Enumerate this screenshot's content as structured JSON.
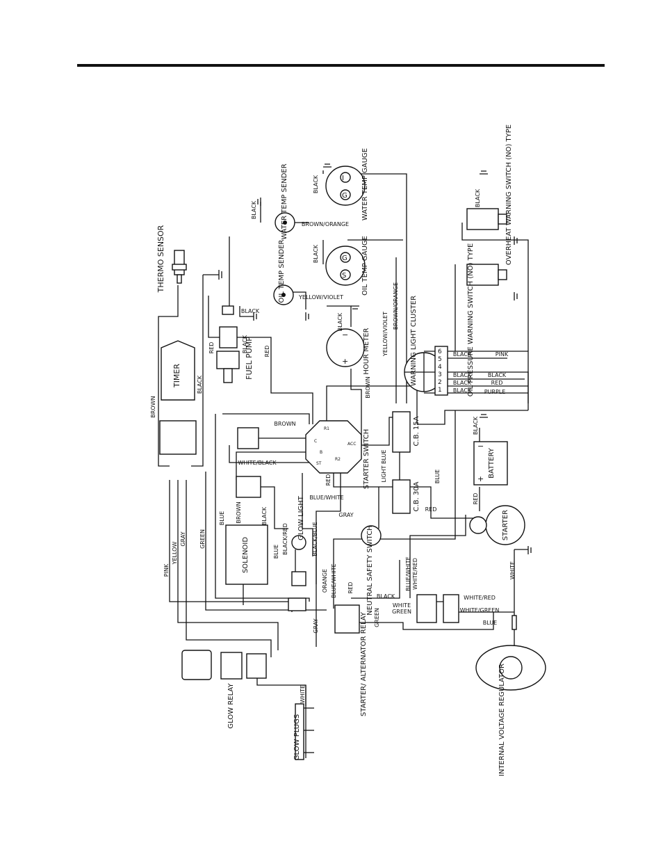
{
  "components": {
    "thermo_sensor": "THERMO SENSOR",
    "timer": "TIMER",
    "fuel_pump": "FUEL PUMP",
    "water_temp_sender": "WATER TEMP SENDER",
    "water_temp_gauge": "WATER TEMP GAUGE",
    "oil_temp_sender": "OIL TEMP SENDER",
    "oil_temp_gauge": "OIL TEMP GAUGE",
    "hour_meter": "HOUR METER",
    "warning_light_cluster": "WARNING LIGHT CLUSTER",
    "oil_pressure_switch": "OIL PRESSURE WARNING SWITCH (NO) TYPE",
    "overheat_switch": "OVERHEAT WARNING SWITCH (NO) TYPE",
    "starter_switch": "STARTER SWITCH",
    "cb_15a": "C.B. 15A",
    "cb_30a": "C.B. 30A",
    "battery": "BATTERY",
    "starter": "STARTER",
    "solenoid": "SOLENOID",
    "glow_light": "GLOW LIGHT",
    "neutral_safety_switch": "NEUTRAL SAFETY SWITCH",
    "starter_alternator_relay": "STARTER/ ALTERNATOR RELAY",
    "internal_voltage_regulator": "INTERNAL VOLTAGE REGULATOR",
    "glow_relay": "GLOW RELAY",
    "glow_plugs": "GLOW PLUGS"
  },
  "wires": {
    "brown": "BROWN",
    "black": "BLACK",
    "red": "RED",
    "blue": "BLUE",
    "pink": "PINK",
    "yellow": "YELLOW",
    "gray": "GRAY",
    "green": "GREEN",
    "white": "WHITE",
    "purple": "PURPLE",
    "orange": "ORANGE",
    "light_blue": "LIGHT BLUE",
    "white_black": "WHITE/BLACK",
    "blue_white": "BLUE/WHITE",
    "black_red": "BLACK/RED",
    "black_blue": "BLACK/BLUE",
    "white_red": "WHITE/RED",
    "white_green": "WHITE/GREEN",
    "brown_orange": "BROWN/ORANGE",
    "yellow_violet": "YELLOW/VIOLET"
  },
  "terminals": {
    "warning_cluster": [
      "1",
      "2",
      "3",
      "4",
      "5",
      "6"
    ],
    "gauge_s": "S",
    "gauge_g": "G",
    "gauge_i": "I",
    "plus": "+",
    "minus": "−",
    "switch_b": "B",
    "switch_acc": "ACC",
    "switch_st": "ST",
    "switch_r2": "R2",
    "switch_c": "C",
    "switch_r1": "R1"
  }
}
